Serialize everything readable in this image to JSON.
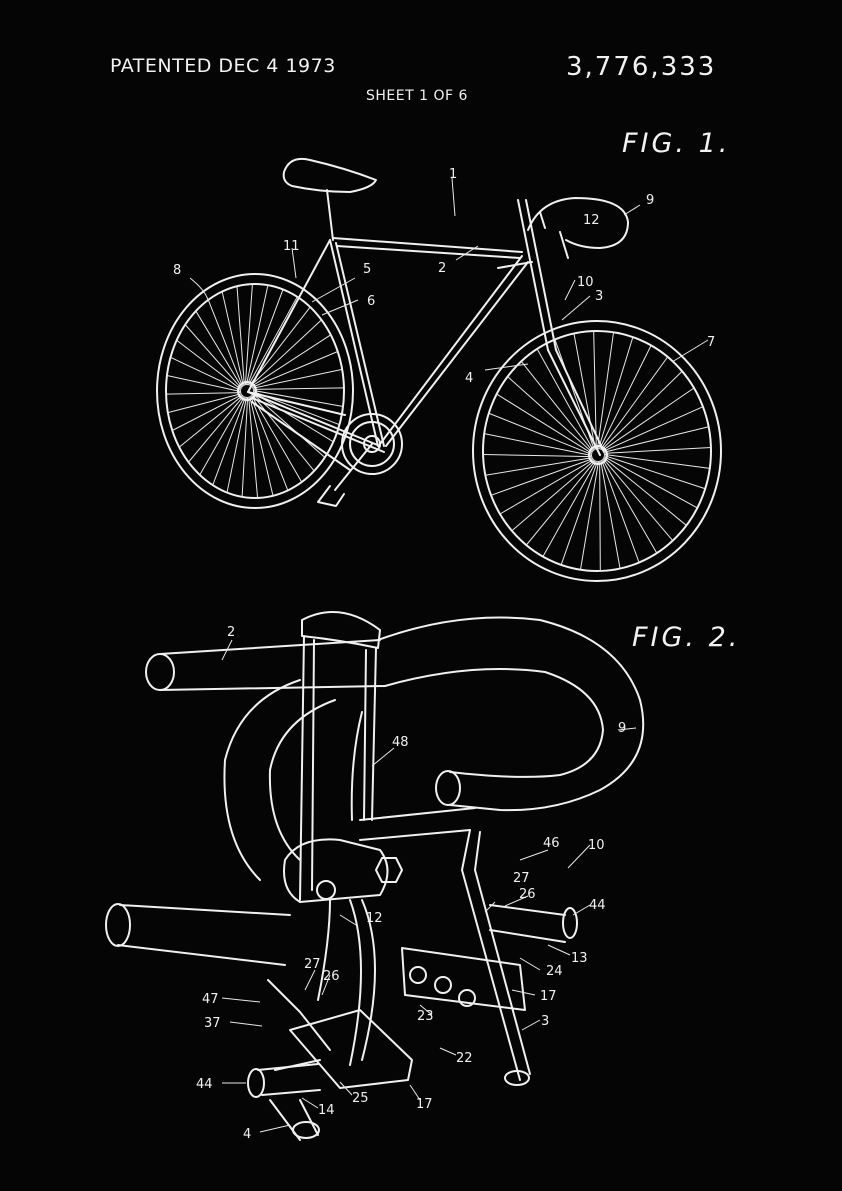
{
  "header": {
    "patented": "PATENTED DEC  4 1973",
    "sheet": "SHEET 1 OF 6",
    "patent_number": "3,776,333"
  },
  "figures": {
    "fig1_label": "FIG. 1.",
    "fig2_label": "FIG. 2."
  },
  "fig1_refs": {
    "r1": "1",
    "r2": "2",
    "r3": "3",
    "r4": "4",
    "r5": "5",
    "r6": "6",
    "r7": "7",
    "r8": "8",
    "r9": "9",
    "r10": "10",
    "r11": "11",
    "r12": "12"
  },
  "fig2_refs": {
    "r2": "2",
    "r9": "9",
    "r48": "48",
    "r46": "46",
    "r10": "10",
    "r27a": "27",
    "r26a": "26",
    "r44a": "44",
    "r13": "13",
    "r24": "24",
    "r17a": "17",
    "r3": "3",
    "r12": "12",
    "r27b": "27",
    "r26b": "26",
    "r47": "47",
    "r37": "37",
    "r23": "23",
    "r22": "22",
    "r44b": "44",
    "r14": "14",
    "r25": "25",
    "r17b": "17",
    "r4": "4"
  }
}
